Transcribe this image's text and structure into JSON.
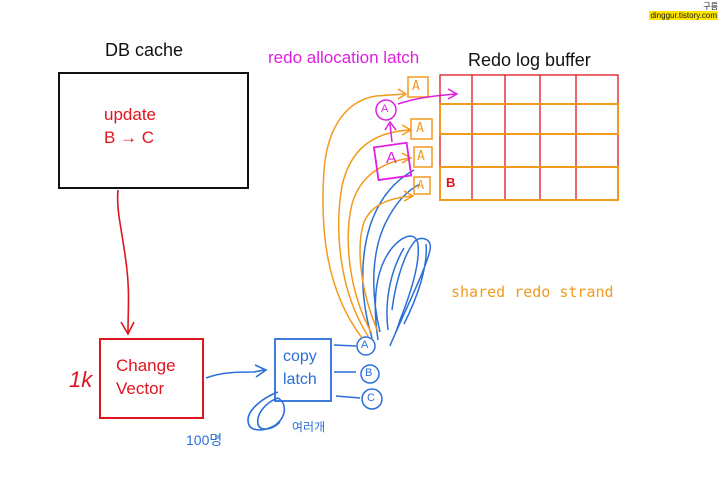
{
  "db_cache": {
    "title": "DB cache",
    "line1": "update",
    "line2": "B → C"
  },
  "change_vector": {
    "line1": "Change",
    "line2": "Vector",
    "size": "1k"
  },
  "copy_latch": {
    "line1": "copy",
    "line2": "latch",
    "users": "100명",
    "count": "여러개"
  },
  "redo_allocation_latch": "redo allocation latch",
  "redo_log_buffer": {
    "title": "Redo log buffer",
    "cell_b": "B"
  },
  "shared_redo_strand": "shared redo strand",
  "nodes": {
    "a": "A",
    "b": "B",
    "c": "C"
  },
  "watermark": {
    "name": "구름",
    "url": "dinggur.tistory.com"
  },
  "colors": {
    "red": "#e0141e",
    "blue": "#2a6fd8",
    "orange": "#f29a1e",
    "magenta": "#e020e0",
    "black": "#111111"
  }
}
